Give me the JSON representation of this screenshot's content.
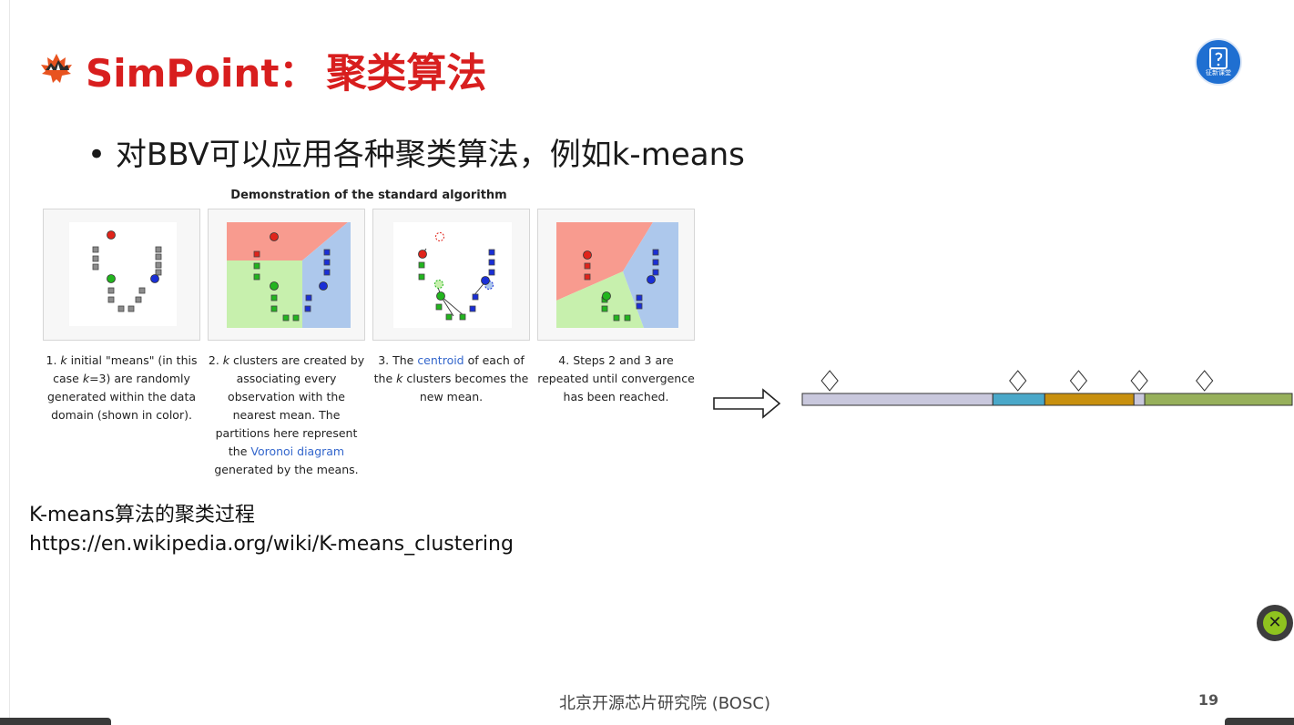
{
  "slide": {
    "title_latin": "SimPoint",
    "title_colon": "：",
    "title_cjk": "聚类算法",
    "badge_label": "征新课堂",
    "bullet_mark": "•",
    "bullet_text": "对BBV可以应用各种聚类算法，例如k-means",
    "demo_title": "Demonstration of the standard algorithm",
    "captions": [
      {
        "pre": "1. ",
        "k": "k",
        "mid": " initial \"means\" (in this case ",
        "k2": "k",
        "post": "=3) are randomly generated within the data domain (shown in color)."
      },
      {
        "pre": "2. ",
        "k": "k",
        "mid": " clusters are created by associating every observation with the nearest mean. The partitions here represent the ",
        "link": "Voronoi diagram",
        "post": " generated by the means."
      },
      {
        "pre": "3. The ",
        "link": "centroid",
        "mid": " of each of the ",
        "k": "k",
        "post": " clusters becomes the new mean."
      },
      {
        "text": "4. Steps 2 and 3 are repeated until convergence has been reached."
      }
    ],
    "caption_line1": "K-means算法的聚类过程",
    "caption_line2": "https://en.wikipedia.org/wiki/K-means_clustering",
    "footer": "北京开源芯片研究院 (BOSC)",
    "page_number": "19",
    "close_icon_glyph": "✕"
  },
  "colors": {
    "title_red": "#d81e1e",
    "region_red": "#f89b8f",
    "region_green": "#c7f0ad",
    "region_blue": "#adc8ec",
    "seg_lavender": "#c9c8dd",
    "seg_blue": "#4aa8c9",
    "seg_gold": "#c8900e",
    "seg_gray": "#c9c8dd",
    "seg_olive": "#97b05b"
  },
  "timeline": {
    "segments": [
      {
        "name": "segment-lavender",
        "fraction": 0.389,
        "color": "#c9c8dd"
      },
      {
        "name": "segment-blue",
        "fraction": 0.106,
        "color": "#4aa8c9"
      },
      {
        "name": "segment-gold",
        "fraction": 0.182,
        "color": "#c8900e"
      },
      {
        "name": "segment-gray",
        "fraction": 0.022,
        "color": "#c9c8dd"
      },
      {
        "name": "segment-olive",
        "fraction": 0.301,
        "color": "#97b05b"
      }
    ],
    "markers_fraction": [
      0.056,
      0.44,
      0.564,
      0.688,
      0.821
    ]
  }
}
